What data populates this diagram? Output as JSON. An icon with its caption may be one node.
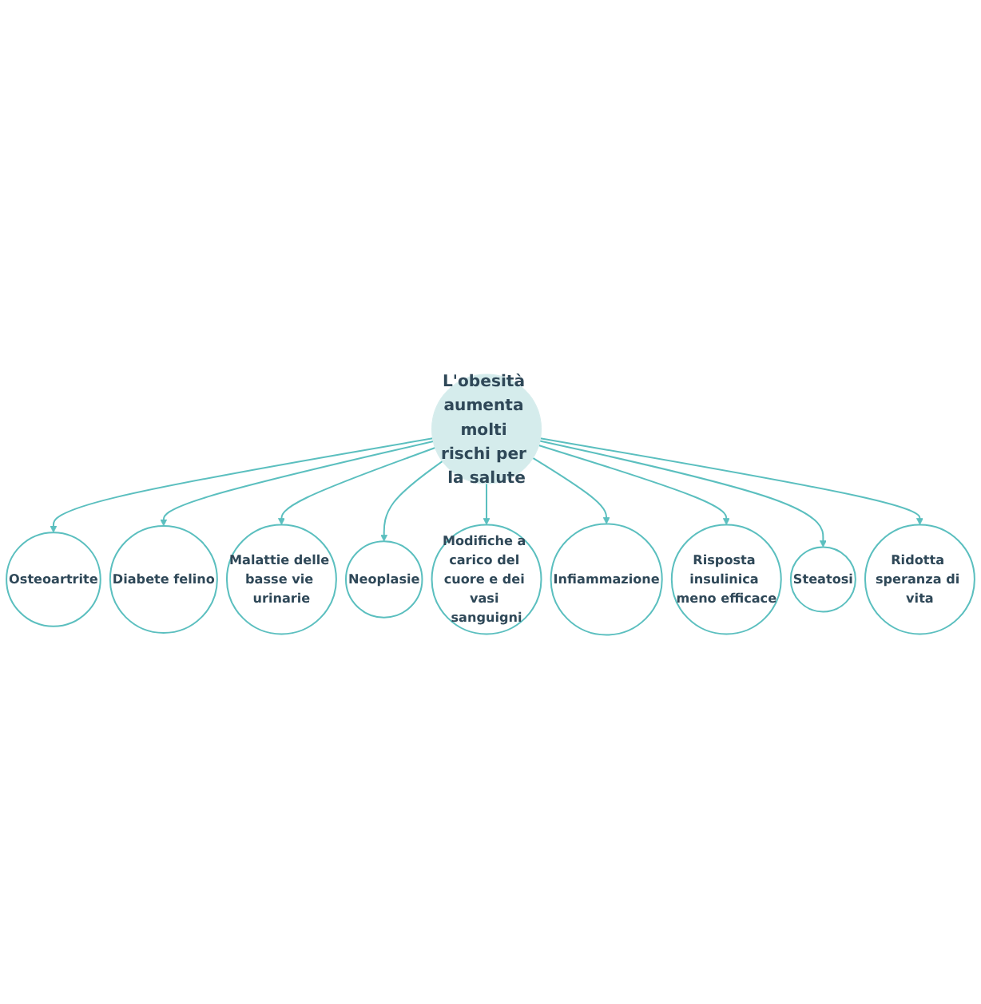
{
  "diagram": {
    "nodes": [
      {
        "text": [
          "L'obesità aumenta molti rischi per la salute"
        ]
      },
      {
        "text": [
          "Osteoartrite"
        ]
      },
      {
        "text": [
          "Diabete felino"
        ]
      },
      {
        "text": [
          "Malattie delle basse vie urinarie"
        ]
      },
      {
        "text": [
          "Neoplasie"
        ]
      },
      {
        "text": [
          "Modifiche a carico del cuore e dei vasi sanguigni"
        ]
      },
      {
        "text": [
          "Infiammazione"
        ]
      },
      {
        "text": [
          "Risposta insulinica meno efficace"
        ]
      },
      {
        "text": [
          "Steatosi"
        ]
      },
      {
        "text": [
          "Ridotta speranza di vita"
        ]
      }
    ],
    "edges": [
      {
        "from": 0,
        "to": 1,
        "arrow": "to"
      },
      {
        "from": 0,
        "to": 2,
        "arrow": "to"
      },
      {
        "from": 0,
        "to": 3,
        "arrow": "to"
      },
      {
        "from": 0,
        "to": 4,
        "arrow": "to"
      },
      {
        "from": 0,
        "to": 5,
        "arrow": "to"
      },
      {
        "from": 0,
        "to": 6,
        "arrow": "to"
      },
      {
        "from": 0,
        "to": 7,
        "arrow": "to"
      },
      {
        "from": 0,
        "to": 8,
        "arrow": "to"
      },
      {
        "from": 0,
        "to": 9,
        "arrow": "to"
      }
    ]
  }
}
